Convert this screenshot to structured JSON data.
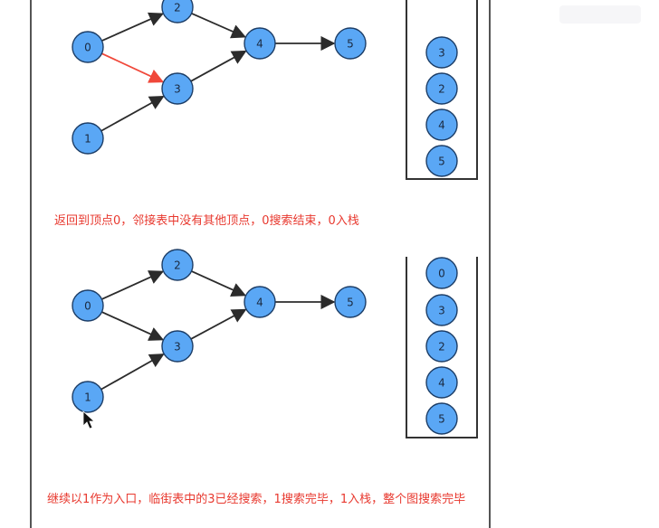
{
  "colors": {
    "node_fill": "#5aa7f5",
    "node_stroke": "#1c3d66",
    "edge": "#2b2b2b",
    "edge_highlight": "#f0483a",
    "caption": "#e8392f"
  },
  "diagrams": [
    {
      "id": "top",
      "nodes": [
        {
          "id": "0",
          "label": "0"
        },
        {
          "id": "1",
          "label": "1"
        },
        {
          "id": "2",
          "label": "2"
        },
        {
          "id": "3",
          "label": "3"
        },
        {
          "id": "4",
          "label": "4"
        },
        {
          "id": "5",
          "label": "5"
        }
      ],
      "edges": [
        {
          "from": "0",
          "to": "2",
          "highlight": false
        },
        {
          "from": "0",
          "to": "3",
          "highlight": true
        },
        {
          "from": "1",
          "to": "3",
          "highlight": false
        },
        {
          "from": "2",
          "to": "4",
          "highlight": false
        },
        {
          "from": "3",
          "to": "4",
          "highlight": false
        },
        {
          "from": "4",
          "to": "5",
          "highlight": false
        }
      ],
      "stack": [
        "3",
        "2",
        "4",
        "5"
      ],
      "caption": "返回到顶点0，邻接表中没有其他顶点，0搜索结束，0入栈"
    },
    {
      "id": "bottom",
      "nodes": [
        {
          "id": "0",
          "label": "0"
        },
        {
          "id": "1",
          "label": "1"
        },
        {
          "id": "2",
          "label": "2"
        },
        {
          "id": "3",
          "label": "3"
        },
        {
          "id": "4",
          "label": "4"
        },
        {
          "id": "5",
          "label": "5"
        }
      ],
      "edges": [
        {
          "from": "0",
          "to": "2",
          "highlight": false
        },
        {
          "from": "0",
          "to": "3",
          "highlight": false
        },
        {
          "from": "1",
          "to": "3",
          "highlight": false
        },
        {
          "from": "2",
          "to": "4",
          "highlight": false
        },
        {
          "from": "3",
          "to": "4",
          "highlight": false
        },
        {
          "from": "4",
          "to": "5",
          "highlight": false
        }
      ],
      "stack": [
        "0",
        "3",
        "2",
        "4",
        "5"
      ],
      "caption": "继续以1作为入口，临街表中的3已经搜索，1搜索完毕，1入栈，整个图搜索完毕"
    }
  ]
}
